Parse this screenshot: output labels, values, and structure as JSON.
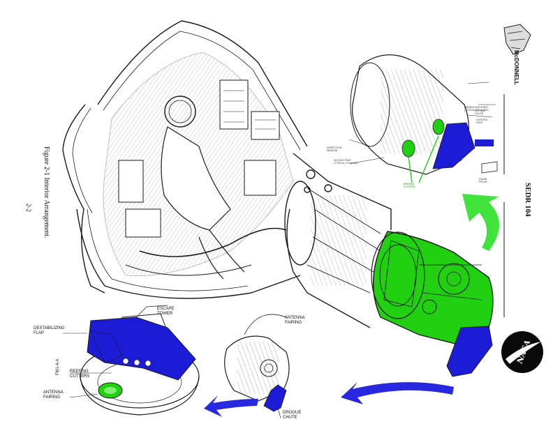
{
  "labels": {
    "escape_tower": "ESCAPE\nTOWER",
    "destabilizing_flap": "DESTABILIZING\nFLAP",
    "reefing_cutters": "REEFING\nCUTTERS",
    "antenna_fairing_left": "ANTENNA\nFAIRING",
    "antenna_fairing_center": "ANTENNA\nFAIRING",
    "drogue_chute": "DROGUE\nCHUTE",
    "figure_code": "FM1-4-A"
  },
  "inset_labels": {
    "fiberglass_sheet": "FIBERGLASS SHEET\n(TYPICAL 8 PLACES)",
    "drogue_chute": "DROGUE\nCHUTE",
    "control_post": "CONTROL\nPOST",
    "inspection_window": "INSPECTION\nWINDOW",
    "nylon_strap": "NYLON STRAP\n(TYPICAL 2 PLACES)",
    "squib_pigon": "SQUIB\nPIGON",
    "reefing_cutters": "REEFING\nCUTTERS"
  },
  "side_text": {
    "figure_caption": "Figure 2-1  Interior Arrangement.",
    "page_number": "2-2",
    "document_id": "SEDR 104",
    "company": "McDONNELL"
  },
  "logo": {
    "text": "NASA"
  },
  "colors": {
    "blue_highlight": "#1c1cd6",
    "green_highlight": "#22d012",
    "line_art": "#1a1a1a",
    "background": "#ffffff"
  }
}
